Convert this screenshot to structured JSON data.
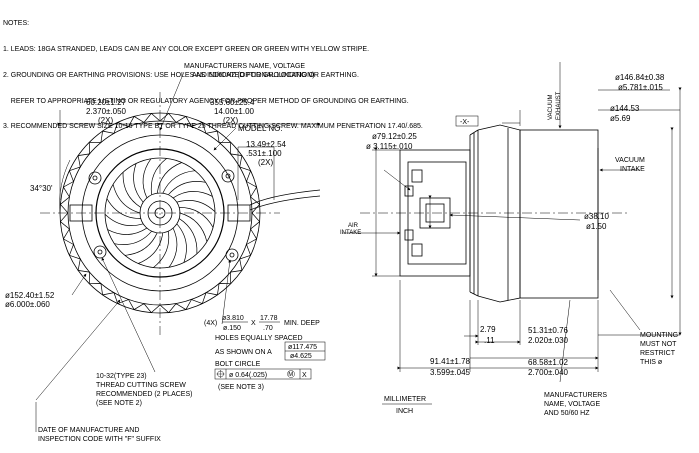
{
  "notes": {
    "heading": "NOTES:",
    "lines": [
      "1. LEADS: 18GA STRANDED, LEADS CAN BE ANY COLOR EXCEPT GREEN OR GREEN WITH YELLOW STRIPE.",
      "2. GROUNDING OR EARTHING PROVISIONS: USE HOLES AS INDICATED FOR GROUNDING OR EARTHING.",
      "    REFER TO APPROPRIATE LISTING OR REGULATORY AGENCY FOR PROPER METHOD OF GROUNDING OR EARTHING.",
      "3. RECOMMENDED SCREW SIZE 10-16 TYPE BT OR TYPE 25 THREAD CUTTING SCREW. MAXIMUM PENETRATION 17.40/.685."
    ]
  },
  "front_view": {
    "mfr_label_1": "MANUFACTURERS NAME, VOLTAGE",
    "mfr_label_2": "AND 50/60HZ (OPTIONAL LOCATION)",
    "dim_a_mm": "60.20±1.27",
    "dim_a_in": "2.370±.050",
    "dim_a_qty": "(2X)",
    "dim_b_mm": "355.60±25.4",
    "dim_b_in": "14.00±1.00",
    "dim_b_qty": "(2X)",
    "model_no": "MODEL NO.",
    "dim_c_mm": "13.49±2.54",
    "dim_c_in": ".531±.100",
    "dim_c_qty": "(2X)",
    "angle": "34°30'",
    "dia_mm": "ø152.40±1.52",
    "dia_in": "ø6.000±.060",
    "holes_qty": "(4X)",
    "holes_dia_mm": "ø3.810",
    "holes_dia_in": "ø.150",
    "holes_x": "X",
    "holes_depth_mm": "17.78",
    "holes_depth_in": ".70",
    "holes_min_deep": "MIN. DEEP",
    "holes_line2": "HOLES EQUALLY SPACED",
    "holes_line3": "AS SHOWN ON A",
    "bolt_mm": "ø117.475",
    "bolt_in": "ø4.625",
    "holes_line4": "BOLT CIRCLE",
    "tol_value": "ø 0.64(.025)",
    "tol_m": "M",
    "tol_datum": "X",
    "see_note3": "(SEE NOTE 3)",
    "screw_1": "10-32(TYPE 23)",
    "screw_2": "THREAD CUTTING SCREW",
    "screw_3": "RECOMMENDED (2 PLACES)",
    "screw_4": "(SEE NOTE 2)",
    "date_1": "DATE OF MANUFACTURE AND",
    "date_2": "INSPECTION CODE WITH \"F\" SUFFIX"
  },
  "side_view": {
    "vac_exhaust_1": "VACUUM",
    "vac_exhaust_2": "EXHAUST",
    "datum_x": "-X-",
    "dia_outer_mm": "ø146.84±0.38",
    "dia_outer_in": "ø5.781±.015",
    "dia_mid_mm": "ø144.53",
    "dia_mid_in": "ø5.69",
    "dia_left_mm": "ø79.12±0.25",
    "dia_left_in": "ø 3.115±.010",
    "vac_intake_1": "VACUUM",
    "vac_intake_2": "INTAKE",
    "air_1": "AIR",
    "air_2": "INTAKE",
    "dia_hub_mm": "ø38.10",
    "dia_hub_in": "ø1.50",
    "d279_mm": "2.79",
    "d279_in": ".11",
    "d5131_mm": "51.31±0.76",
    "d5131_in": "2.020±.030",
    "mount_1": "MOUNTING",
    "mount_2": "MUST NOT",
    "mount_3": "RESTRICT",
    "mount_4": "THIS ø",
    "d9141_mm": "91.41±1.78",
    "d9141_in": "3.599±.045",
    "d6858_mm": "68.58±1.02",
    "d6858_in": "2.700±.040",
    "unit_top": "MILLIMETER",
    "unit_bottom": "INCH",
    "mfr2_1": "MANUFACTURERS",
    "mfr2_2": "NAME, VOLTAGE",
    "mfr2_3": "AND 50/60 HZ"
  }
}
